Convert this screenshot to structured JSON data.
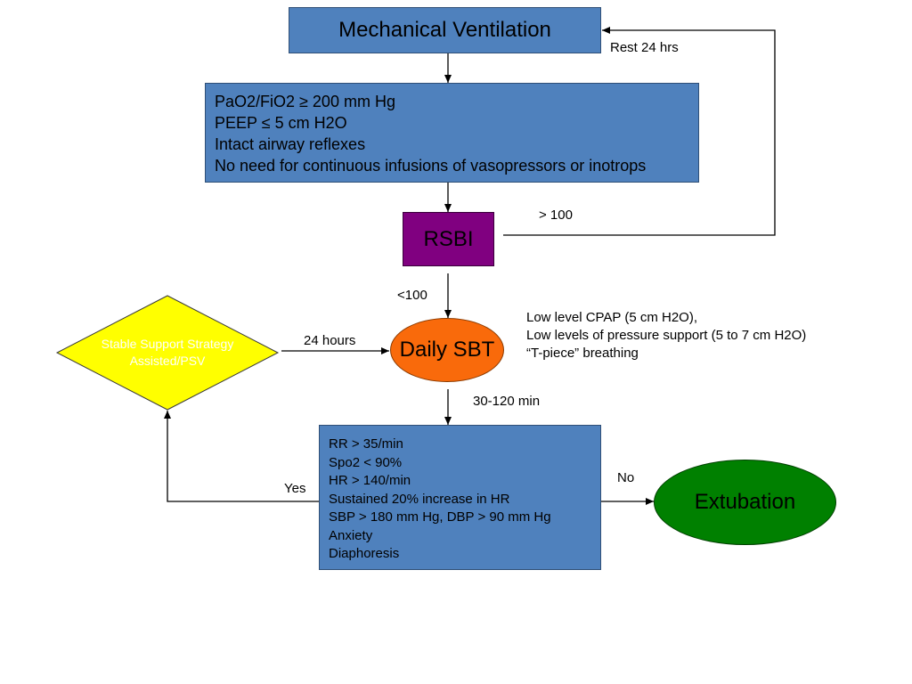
{
  "colors": {
    "box_fill": "#4f81bd",
    "rsbi_fill": "#800080",
    "sbt_fill": "#f96a0b",
    "diamond_fill": "#ffff00",
    "extubation_fill": "#008000",
    "line": "#000000"
  },
  "nodes": {
    "ventilation": "Mechanical Ventilation",
    "criteria": [
      "PaO2/FiO2 ≥ 200 mm Hg",
      "PEEP ≤ 5 cm H2O",
      "Intact airway reflexes",
      "No need for continuous infusions of vasopressors or inotrops"
    ],
    "rsbi": "RSBI",
    "daily_sbt": "Daily SBT",
    "stable_support": "Stable Support Strategy Assisted/PSV",
    "failure_criteria": [
      "RR > 35/min",
      "Spo2 < 90%",
      "HR > 140/min",
      "Sustained 20% increase in HR",
      "SBP > 180 mm Hg, DBP > 90 mm Hg",
      "Anxiety",
      "Diaphoresis"
    ],
    "extubation": "Extubation"
  },
  "labels": {
    "rest": "Rest 24 hrs",
    "gt100": "> 100",
    "lt100": "<100",
    "hours24": "24 hours",
    "min30_120": "30-120 min",
    "yes": "Yes",
    "no": "No",
    "sbt_methods": [
      "Low level CPAP (5 cm H2O),",
      "Low levels of pressure support (5 to 7 cm H2O)",
      "“T-piece” breathing"
    ]
  }
}
